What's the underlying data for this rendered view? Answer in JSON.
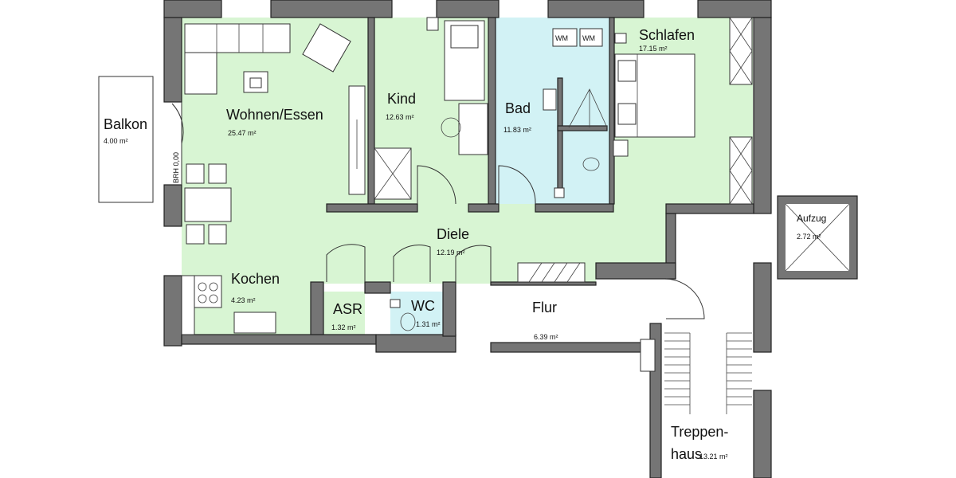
{
  "colors": {
    "living_fill": "#d8f5d3",
    "wet_fill": "#d2f2f5",
    "wall": "#757575"
  },
  "rooms": {
    "wohnen": {
      "label": "Wohnen/Essen",
      "area": "25.47 m²"
    },
    "kind": {
      "label": "Kind",
      "area": "12.63 m²"
    },
    "bad": {
      "label": "Bad",
      "area": "11.83 m²"
    },
    "schlafen": {
      "label": "Schlafen",
      "area": "17.15 m²"
    },
    "balkon": {
      "label": "Balkon",
      "area": "4.00 m²"
    },
    "diele": {
      "label": "Diele",
      "area": "12.19 m²"
    },
    "kochen": {
      "label": "Kochen",
      "area": "4.23 m²"
    },
    "asr": {
      "label": "ASR",
      "area": "1.32 m²"
    },
    "wc": {
      "label": "WC",
      "area": "1.31 m²"
    },
    "flur": {
      "label": "Flur",
      "area": "6.39 m²"
    },
    "aufzug": {
      "label": "Aufzug",
      "area": "2.72 m²"
    },
    "treppenhaus": {
      "label_line1": "Treppen-",
      "label_line2": "haus",
      "area": "13.21 m²"
    }
  },
  "annotations": {
    "brh": "BRH 0,00",
    "wm1": "WM",
    "wm2": "WM"
  }
}
